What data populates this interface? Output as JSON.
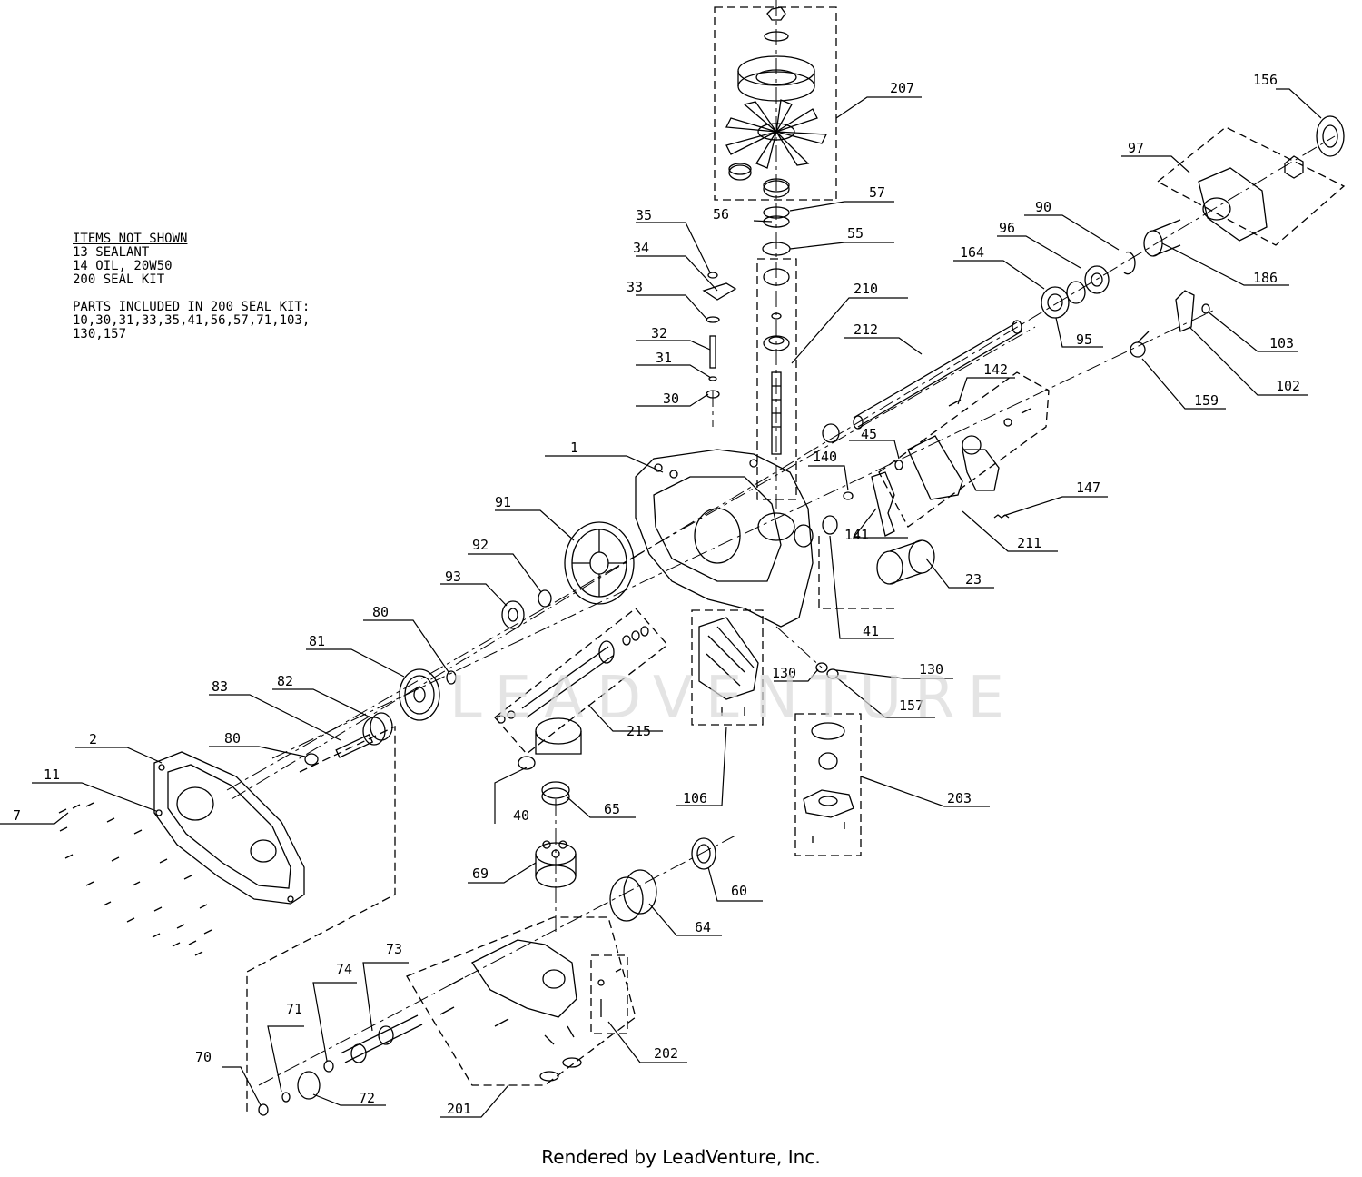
{
  "notes": {
    "heading": "ITEMS NOT SHOWN",
    "lines": [
      "13 SEALANT",
      "14 OIL, 20W50",
      "200 SEAL KIT"
    ],
    "seal_kit_heading": "PARTS INCLUDED IN 200 SEAL KIT:",
    "seal_kit_lines": [
      "10,30,31,33,35,41,56,57,71,103,",
      "130,157"
    ]
  },
  "watermark": "LEADVENTURE",
  "footer": "Rendered by LeadVenture, Inc.",
  "callouts": [
    "207",
    "57",
    "56",
    "55",
    "35",
    "34",
    "33",
    "32",
    "31",
    "30",
    "210",
    "212",
    "142",
    "45",
    "140",
    "141",
    "1",
    "91",
    "92",
    "93",
    "80",
    "81",
    "82",
    "83",
    "80",
    "2",
    "11",
    "7",
    "215",
    "40",
    "65",
    "69",
    "60",
    "64",
    "73",
    "74",
    "71",
    "70",
    "72",
    "202",
    "201",
    "106",
    "130",
    "130",
    "157",
    "203",
    "23",
    "41",
    "147",
    "211",
    "159",
    "102",
    "103",
    "95",
    "164",
    "96",
    "90",
    "97",
    "156",
    "186"
  ]
}
